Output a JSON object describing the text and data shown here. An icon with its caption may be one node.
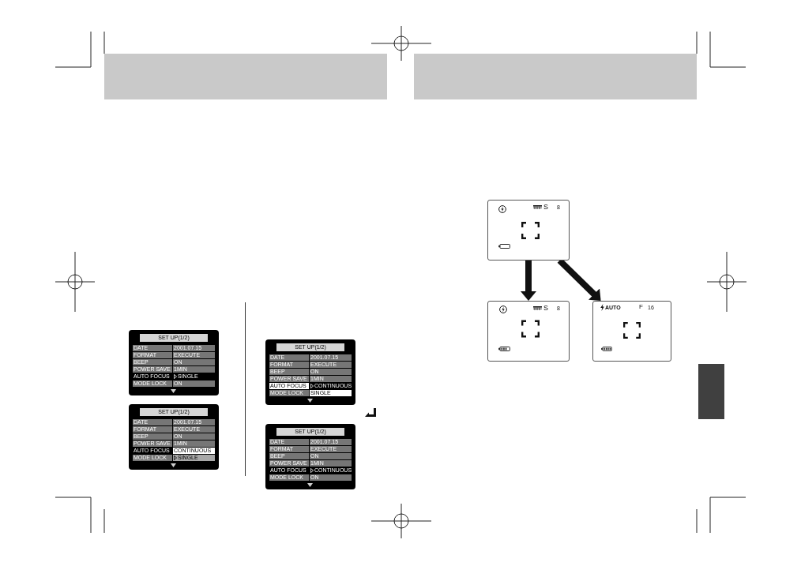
{
  "diagram": {
    "nodes": [
      {
        "text": [
          "SET UP(1/2)",
          "DATE",
          "2001.07.15",
          "FORMAT",
          "EXECUTE",
          "BEEP",
          "ON",
          "POWER SAVE",
          "1MIN",
          "AUTO FOCUS",
          "SINGLE",
          "MODE LOCK",
          "ON"
        ]
      },
      {
        "text": [
          "SET UP(1/2)",
          "DATE",
          "2001.07.15",
          "FORMAT",
          "EXECUTE",
          "BEEP",
          "ON",
          "POWER SAVE",
          "1MIN",
          "AUTO FOCUS",
          "CONTINUOUS",
          "MODE LOCK",
          "SINGLE"
        ]
      },
      {
        "text": [
          "SET UP(1/2)",
          "DATE",
          "2001.07.15",
          "FORMAT",
          "EXECUTE",
          "BEEP",
          "ON",
          "POWER SAVE",
          "1MIN",
          "AUTO FOCUS",
          "CONTINUOUS",
          "MODE LOCK",
          "SINGLE"
        ]
      },
      {
        "text": [
          "SET UP(1/2)",
          "DATE",
          "2001.07.15",
          "FORMAT",
          "EXECUTE",
          "BEEP",
          "ON",
          "POWER SAVE",
          "1MIN",
          "AUTO FOCUS",
          "CONTINUOUS",
          "MODE LOCK",
          "ON"
        ]
      },
      {
        "text": [
          "S",
          "8"
        ]
      },
      {
        "text": [
          "S",
          "8"
        ]
      },
      {
        "text": [
          "AUTO",
          "F",
          "16"
        ]
      }
    ],
    "edges": [
      {
        "from": 4,
        "to": 5,
        "arrow": "to"
      },
      {
        "from": 4,
        "to": 6,
        "arrow": "to"
      }
    ]
  }
}
